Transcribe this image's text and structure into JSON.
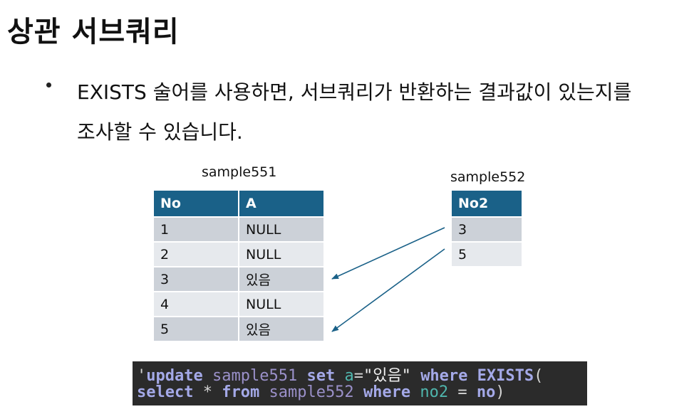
{
  "title": "상관 서브쿼리",
  "bullet": {
    "line1": "EXISTS 술어를 사용하면, 서브쿼리가 반환하는 결과값이 있는지를",
    "line2": "조사할 수 있습니다."
  },
  "table551": {
    "caption": "sample551",
    "headers": [
      "No",
      "A"
    ],
    "rows": [
      [
        "1",
        "NULL"
      ],
      [
        "2",
        "NULL"
      ],
      [
        "3",
        "있음"
      ],
      [
        "4",
        "NULL"
      ],
      [
        "5",
        "있음"
      ]
    ]
  },
  "table552": {
    "caption": "sample552",
    "headers": [
      "No2"
    ],
    "rows": [
      [
        "3"
      ],
      [
        "5"
      ]
    ]
  },
  "code": {
    "line1": {
      "lead": "'",
      "kw_update": "update",
      "table1": "sample551",
      "kw_set": "set",
      "col_a": "a",
      "eq": "=",
      "value": "\"있음\"",
      "kw_where": "where",
      "kw_exists": "EXISTS",
      "paren_open": "("
    },
    "line2": {
      "kw_select": "select",
      "star": "*",
      "kw_from": "from",
      "table2": "sample552",
      "kw_where": "where",
      "col_no2": "no2",
      "eq": "=",
      "col_no": "no",
      "paren_close": ")"
    }
  },
  "colors": {
    "header_bg": "#1a6188",
    "row_odd": "#ccd1d8",
    "row_even": "#e6e9ed",
    "arrow": "#1a6188",
    "code_bg": "#2b2b2b"
  }
}
